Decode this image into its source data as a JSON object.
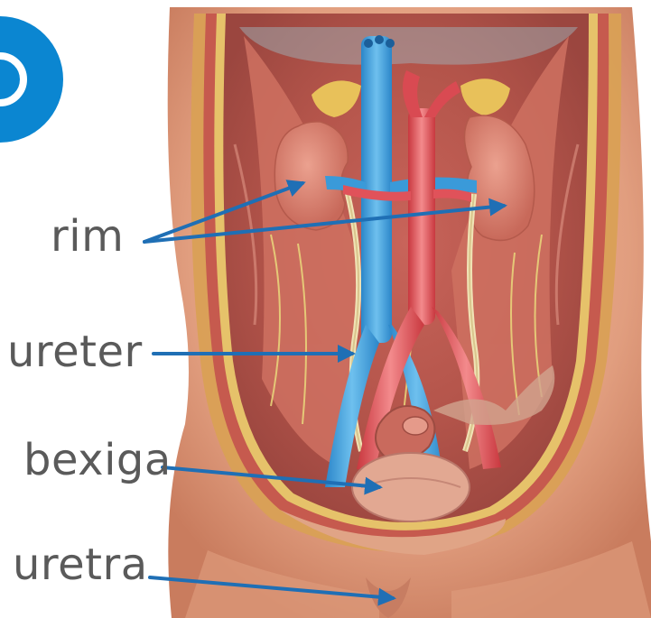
{
  "colors": {
    "arrow": "#1f6fb5",
    "badge": "#0b86d1",
    "label_text": "#5a5a5a",
    "skin": "#e7a585",
    "vein": "#3a9ad9",
    "artery": "#e0525a",
    "kidney": "#d67d6b",
    "fat": "#e8c15a"
  },
  "badge": {
    "icon": "circle-badge",
    "text": ""
  },
  "labels": {
    "kidney": "rim",
    "ureter": "ureter",
    "bladder": "bexiga",
    "urethra": "uretra"
  }
}
